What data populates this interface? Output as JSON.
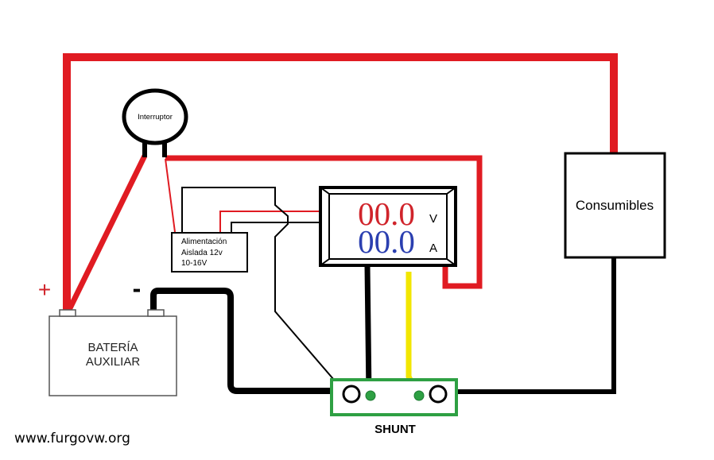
{
  "components": {
    "switch": {
      "label": "Interruptor"
    },
    "isolated_supply": {
      "line1": "Alimentación",
      "line2": "Aislada 12v",
      "line3": "10-16V"
    },
    "meter": {
      "voltage_reading": "00.0",
      "voltage_unit": "V",
      "current_reading": "00.0",
      "current_unit": "A"
    },
    "battery": {
      "line1": "BATERÍA",
      "line2": "AUXILIAR"
    },
    "loads": {
      "label": "Consumibles"
    },
    "shunt": {
      "label": "SHUNT"
    }
  },
  "terminals": {
    "positive": "+",
    "negative": "-"
  },
  "watermark": {
    "text": "www.furgovw.org"
  },
  "colors": {
    "positive_wire": "#e01b22",
    "negative_wire": "#000000",
    "signal_wire": "#f2e600",
    "shunt": "#2ea043",
    "voltage_digits": "#d0242b",
    "current_digits": "#2b3fb0"
  }
}
